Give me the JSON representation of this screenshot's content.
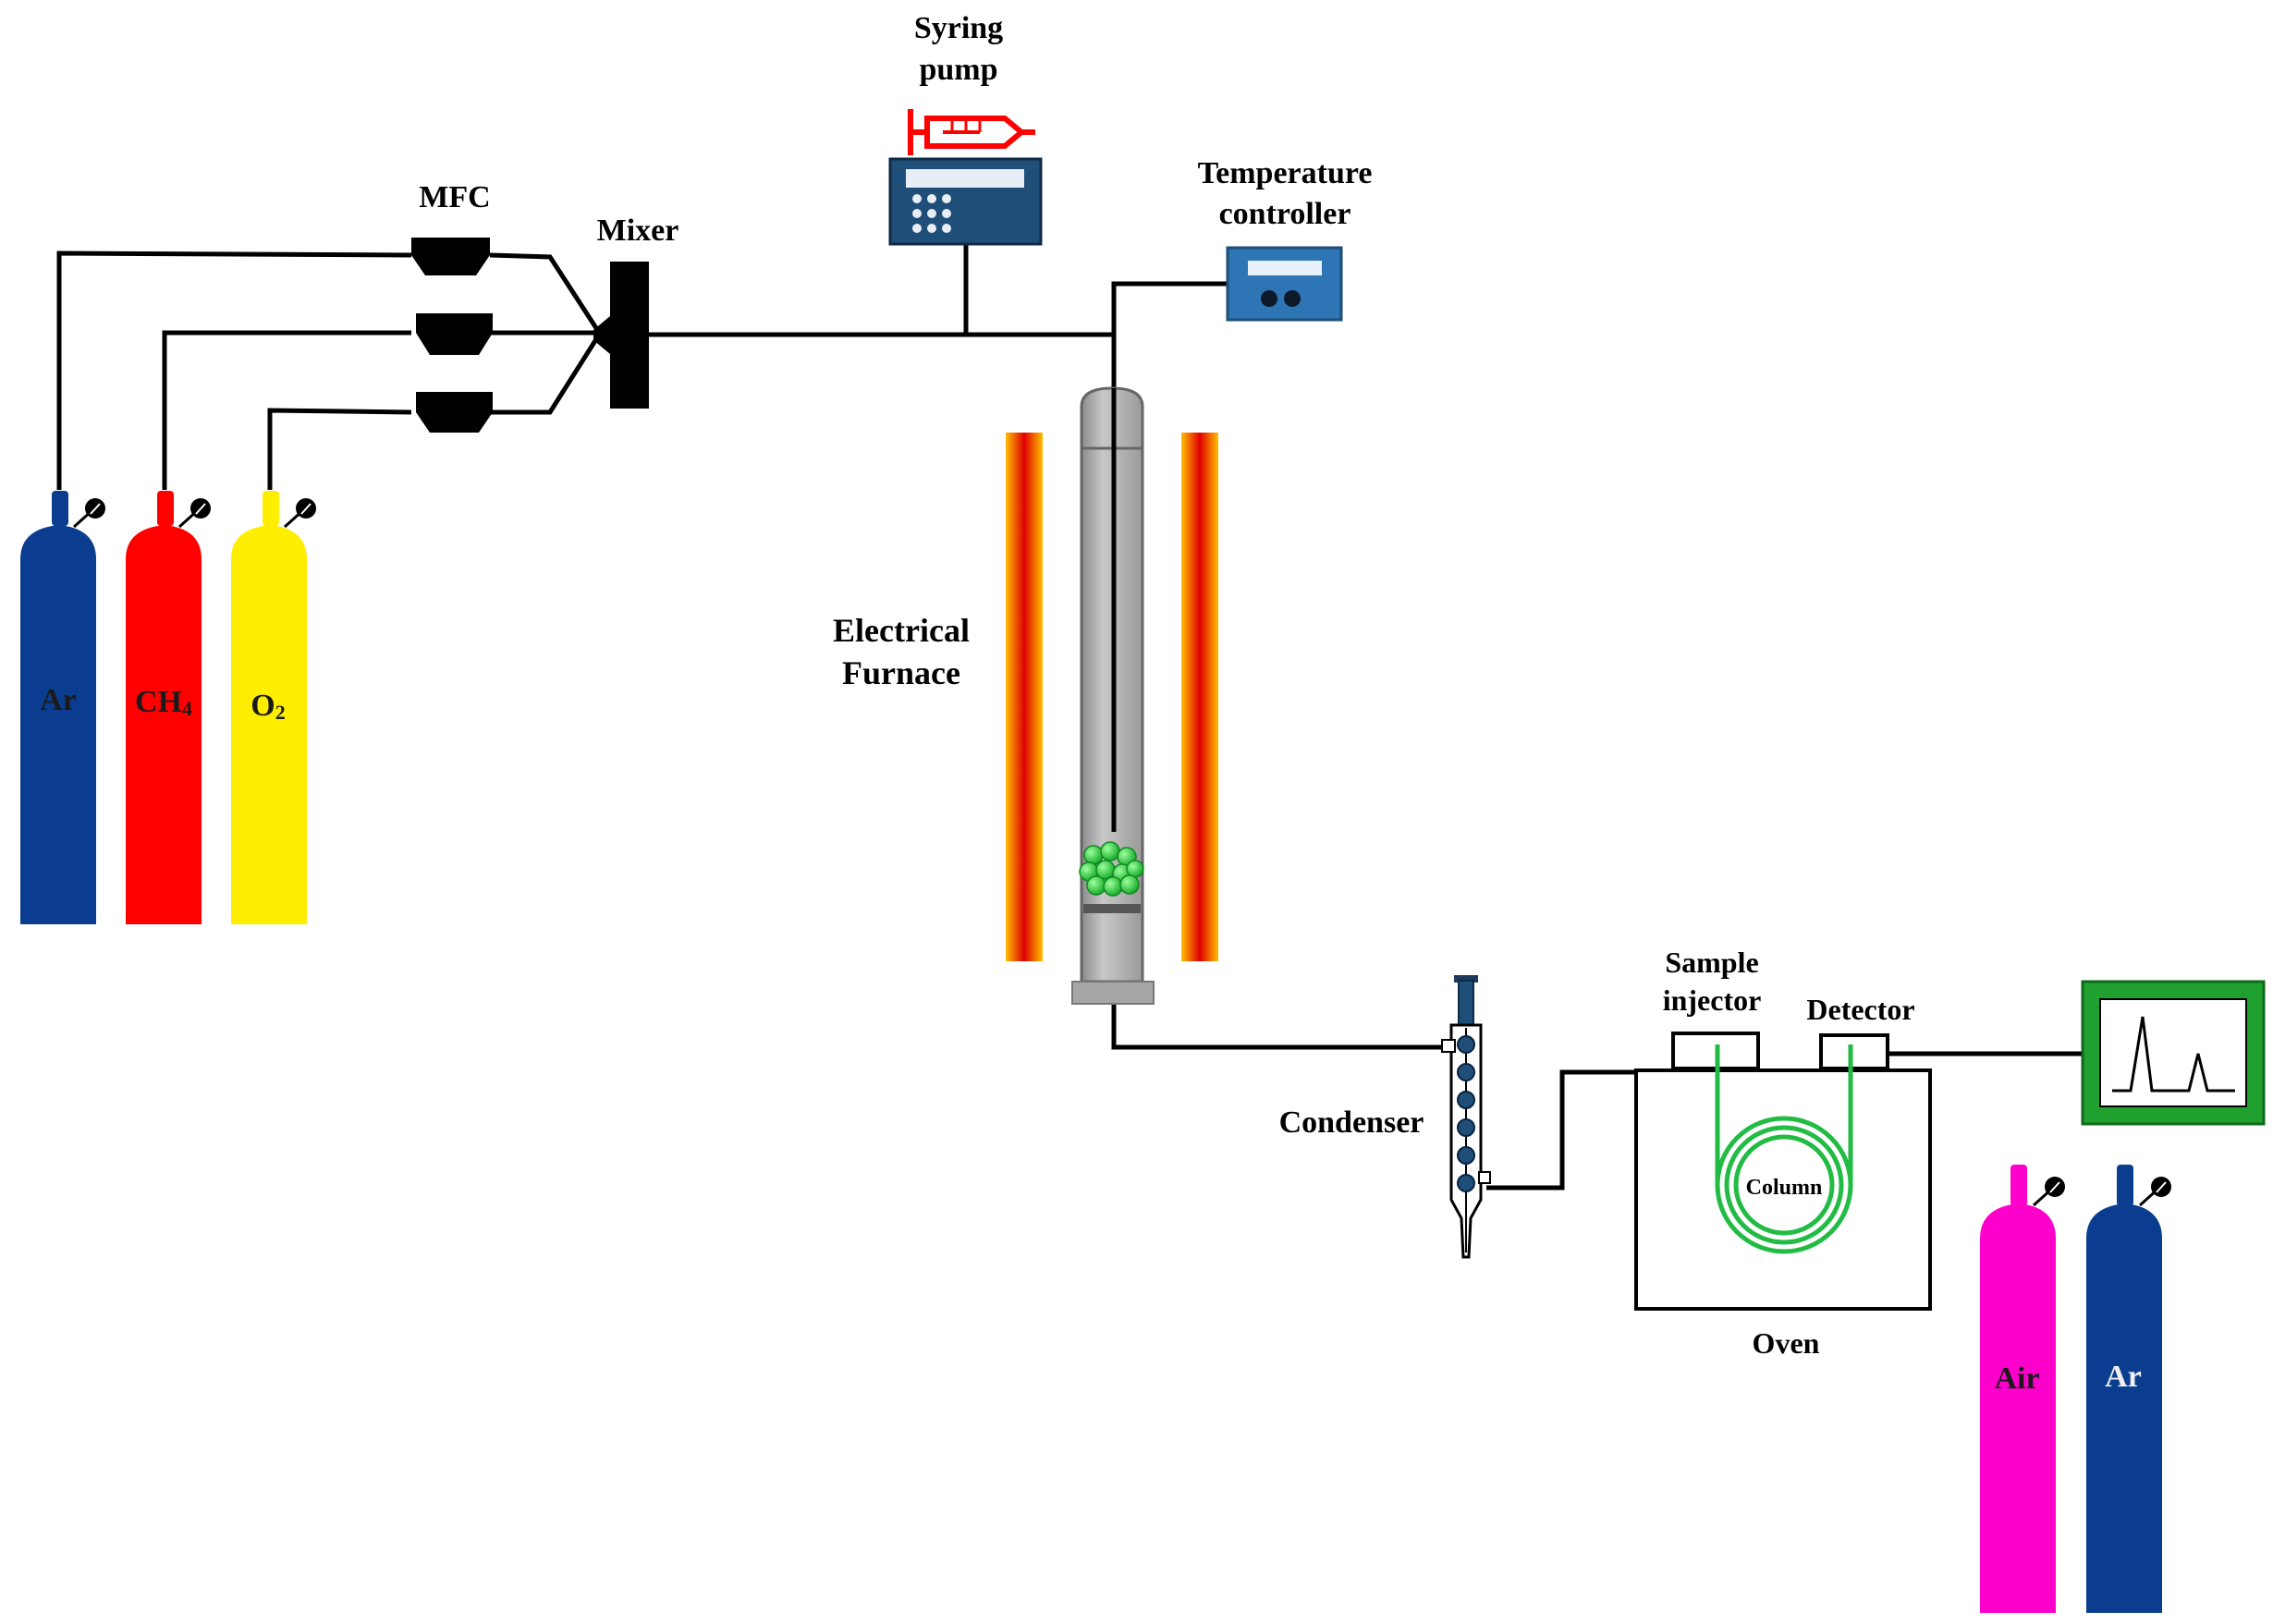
{
  "labels": {
    "mfc": "MFC",
    "mixer": "Mixer",
    "syringe_pump_line1": "Syring",
    "syringe_pump_line2": "pump",
    "temp_controller_line1": "Temperature",
    "temp_controller_line2": "controller",
    "furnace_line1": "Electrical",
    "furnace_line2": "Furnace",
    "condenser": "Condenser",
    "sample_injector_line1": "Sample",
    "sample_injector_line2": "injector",
    "detector": "Detector",
    "column": "Column",
    "oven": "Oven"
  },
  "cylinders": {
    "ar_left": {
      "label": "Ar",
      "color": "#0a3d8f"
    },
    "ch4": {
      "label": "CH",
      "sub": "4",
      "color": "#ff0000"
    },
    "o2": {
      "label": "O",
      "sub": "2",
      "color": "#ffee00"
    },
    "air": {
      "label": "Air",
      "color": "#ff00cc"
    },
    "ar_right": {
      "label": "Ar",
      "color": "#0a3d8f"
    }
  },
  "colors": {
    "device_blue": "#1f4e79",
    "controller_blue": "#2e75b6",
    "heater_outer": "#ffc000",
    "heater_inner": "#e00000",
    "catalyst": "#22c93a",
    "column": "#22bb44",
    "monitor_green": "#1fa02f",
    "syringe_red": "#ff0000"
  }
}
